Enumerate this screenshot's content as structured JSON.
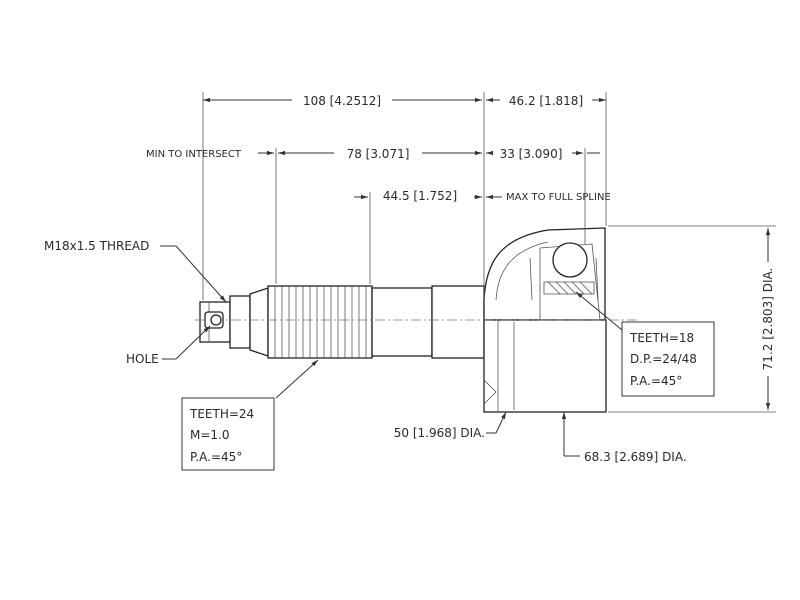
{
  "dimensions": {
    "overall_length": "108 [4.2512]",
    "housing_length": "46.2 [1.818]",
    "min_to_intersect_label": "MIN TO INTERSECT",
    "intersect_length": "78 [3.071]",
    "housing_depth": "33 [3.090]",
    "spline_length": "44.5 [1.752]",
    "max_to_full_spline_label": "MAX TO FULL SPLINE",
    "outer_diameter": "71.2 [2.803] DIA.",
    "seal_diameter": "50 [1.968] DIA.",
    "abs_diameter": "68.3 [2.689] DIA."
  },
  "callouts": {
    "thread": "M18x1.5 THREAD",
    "hole": "HOLE"
  },
  "shaft_spec": {
    "teeth": "TEETH=24",
    "module": "M=1.0",
    "pressure_angle": "P.A.=45°"
  },
  "joint_spec": {
    "teeth": "TEETH=18",
    "diametral_pitch": "D.P.=24/48",
    "pressure_angle": "P.A.=45°"
  }
}
